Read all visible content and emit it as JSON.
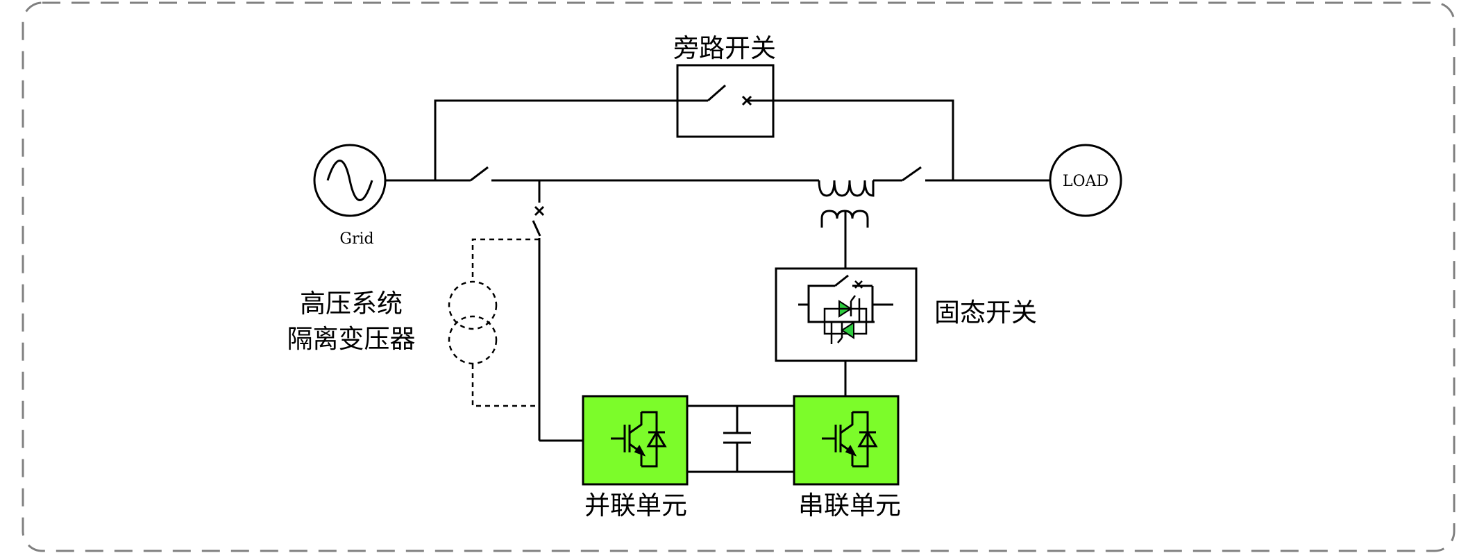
{
  "diagram": {
    "labels": {
      "bypass_switch": "旁路开关",
      "grid": "Grid",
      "load": "LOAD",
      "isolation_line1": "高压系统",
      "isolation_line2": "隔离变压器",
      "solid_state_switch": "固态开关",
      "shunt_unit": "并联单元",
      "series_unit": "串联单元"
    },
    "colors": {
      "converter_fill": "#7cfc2a",
      "thyristor_fill": "#2ecc40",
      "border_dash": "#808080",
      "wire": "#000000"
    }
  }
}
